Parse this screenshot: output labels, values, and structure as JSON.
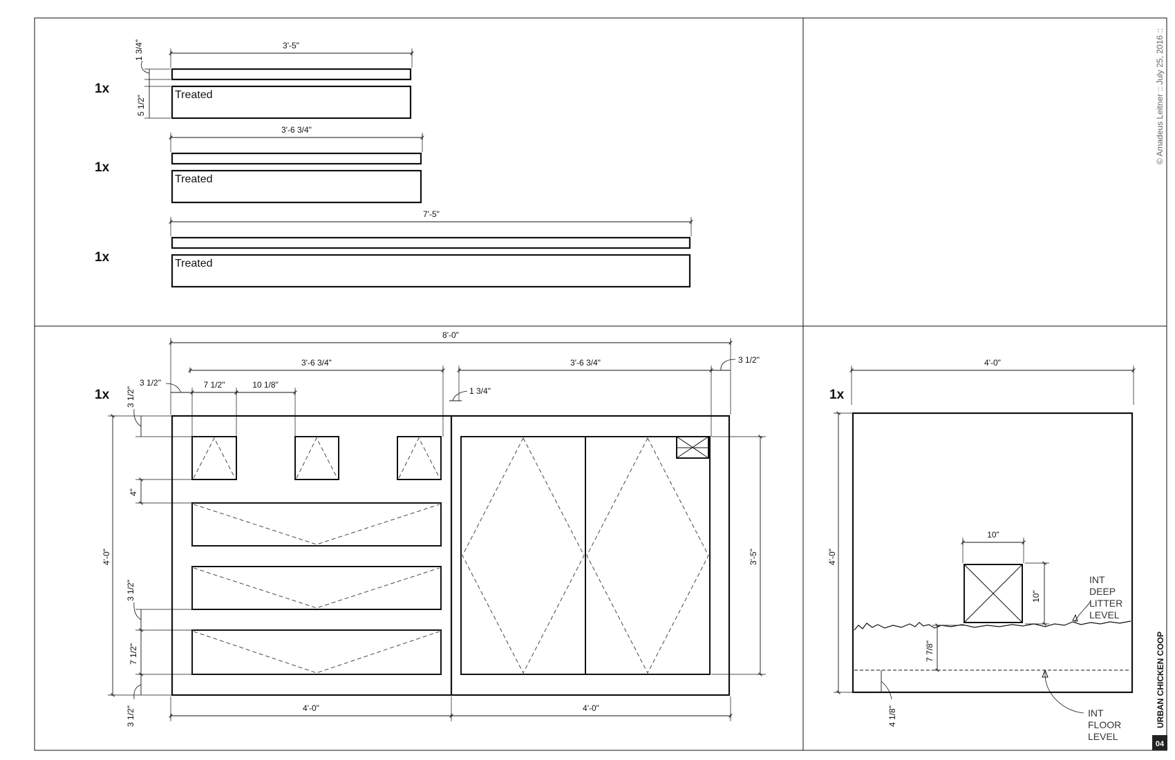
{
  "boards": {
    "board1": {
      "qty": "1x",
      "dim": "3'-5\"",
      "label": "Treated",
      "thk1": "1 3/4\"",
      "thk2": "5 1/2\""
    },
    "board2": {
      "qty": "1x",
      "dim": "3'-6 3/4\"",
      "label": "Treated"
    },
    "board3": {
      "qty": "1x",
      "dim": "7'-5\"",
      "label": "Treated"
    }
  },
  "front": {
    "qty": "1x",
    "overall": "8'-0\"",
    "left_top": "3'-6 3/4\"",
    "right_top": "3'-6 3/4\"",
    "offset_right": "3 1/2\"",
    "offset_left": "3 1/2\"",
    "win_w": "7 1/2\"",
    "win_gap": "10 1/8\"",
    "frame_gap": "1 3/4\"",
    "height": "4'-0\"",
    "top_v": "3 1/2\"",
    "gap_v": "4\"",
    "slat_gap": "3 1/2\"",
    "slat_h": "7 1/2\"",
    "bottom_v": "3 1/2\"",
    "door_h": "3'-5\"",
    "bottom_left": "4'-0\"",
    "bottom_right": "4'-0\""
  },
  "side": {
    "qty": "1x",
    "width": "4'-0\"",
    "height": "4'-0\"",
    "vent_w": "10\"",
    "vent_h": "10\"",
    "litter_dim": "7 7/8\"",
    "floor_dim": "4 1/8\"",
    "litter_note": [
      "INT",
      "DEEP",
      "LITTER",
      "LEVEL"
    ],
    "floor_note": [
      "INT",
      "FLOOR",
      "LEVEL"
    ]
  },
  "sidebar": {
    "copyright": "© Amadeus Leitner :: July 25, 2016 ::",
    "title": "URBAN CHICKEN COOP",
    "page": "04"
  }
}
